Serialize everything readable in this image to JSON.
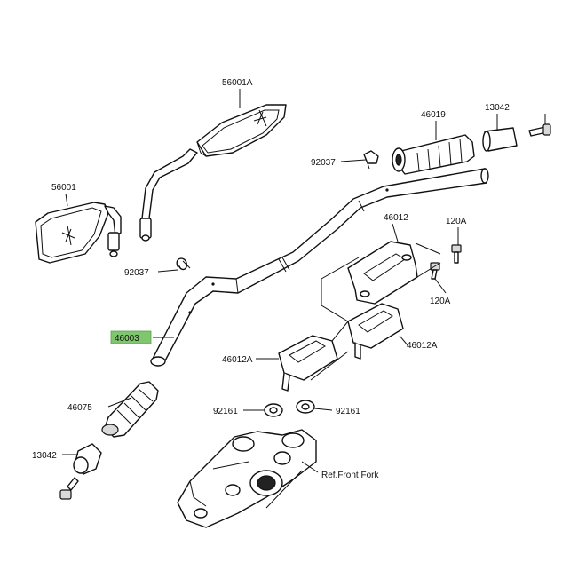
{
  "labels": {
    "mirror_right": "56001A",
    "mirror_left": "56001",
    "grip_right": "46019",
    "weight_right": "13042",
    "clip_right": "92037",
    "clip_left": "92037",
    "handlebar": "46003",
    "holder_upper": "46012",
    "bolt_upper": "120A",
    "bolt_lower": "120A",
    "holder_left": "46012A",
    "holder_right": "46012A",
    "grip_left": "46075",
    "washer_left": "92161",
    "washer_right": "92161",
    "weight_left": "13042",
    "front_fork_ref": "Ref.Front Fork"
  },
  "colors": {
    "highlight": "#7fc66e",
    "line": "#111111",
    "background": "#ffffff"
  }
}
